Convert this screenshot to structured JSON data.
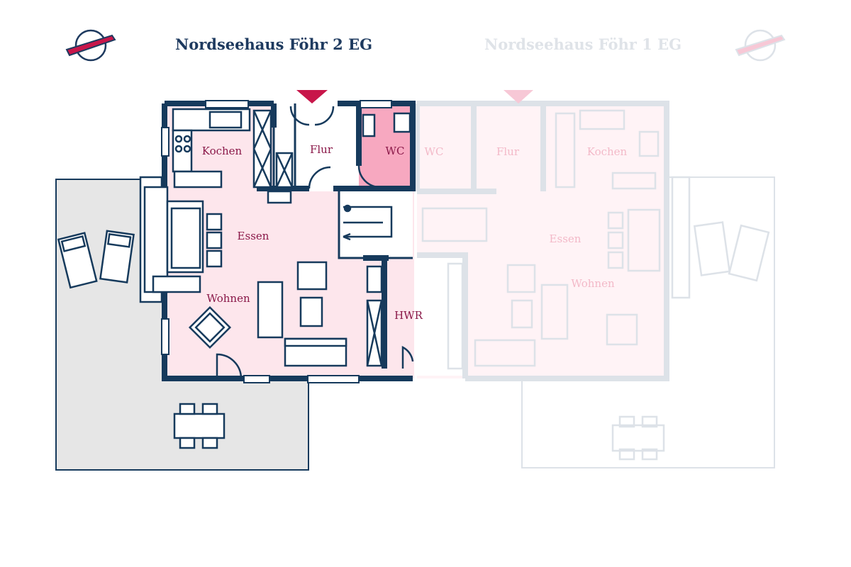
{
  "header": {
    "active_title": "Nordseehaus Föhr 2 EG",
    "inactive_title": "Nordseehaus Föhr 1 EG"
  },
  "colors": {
    "wall": "#163a5c",
    "room_fill": "#fde6ec",
    "wc_fill": "#f7a8c0",
    "accent": "#c8164a",
    "terrace": "#e6e6e6",
    "label": "#8a1848",
    "faded": "#dde2e8",
    "faded_label": "#f3b9c8"
  },
  "plan_active": {
    "rooms": {
      "kochen": "Kochen",
      "flur": "Flur",
      "wc": "WC",
      "essen": "Essen",
      "wohnen": "Wohnen",
      "hwr": "HWR"
    }
  },
  "plan_inactive": {
    "rooms": {
      "wc": "WC",
      "flur": "Flur",
      "kochen": "Kochen",
      "essen": "Essen",
      "wohnen": "Wohnen"
    }
  }
}
